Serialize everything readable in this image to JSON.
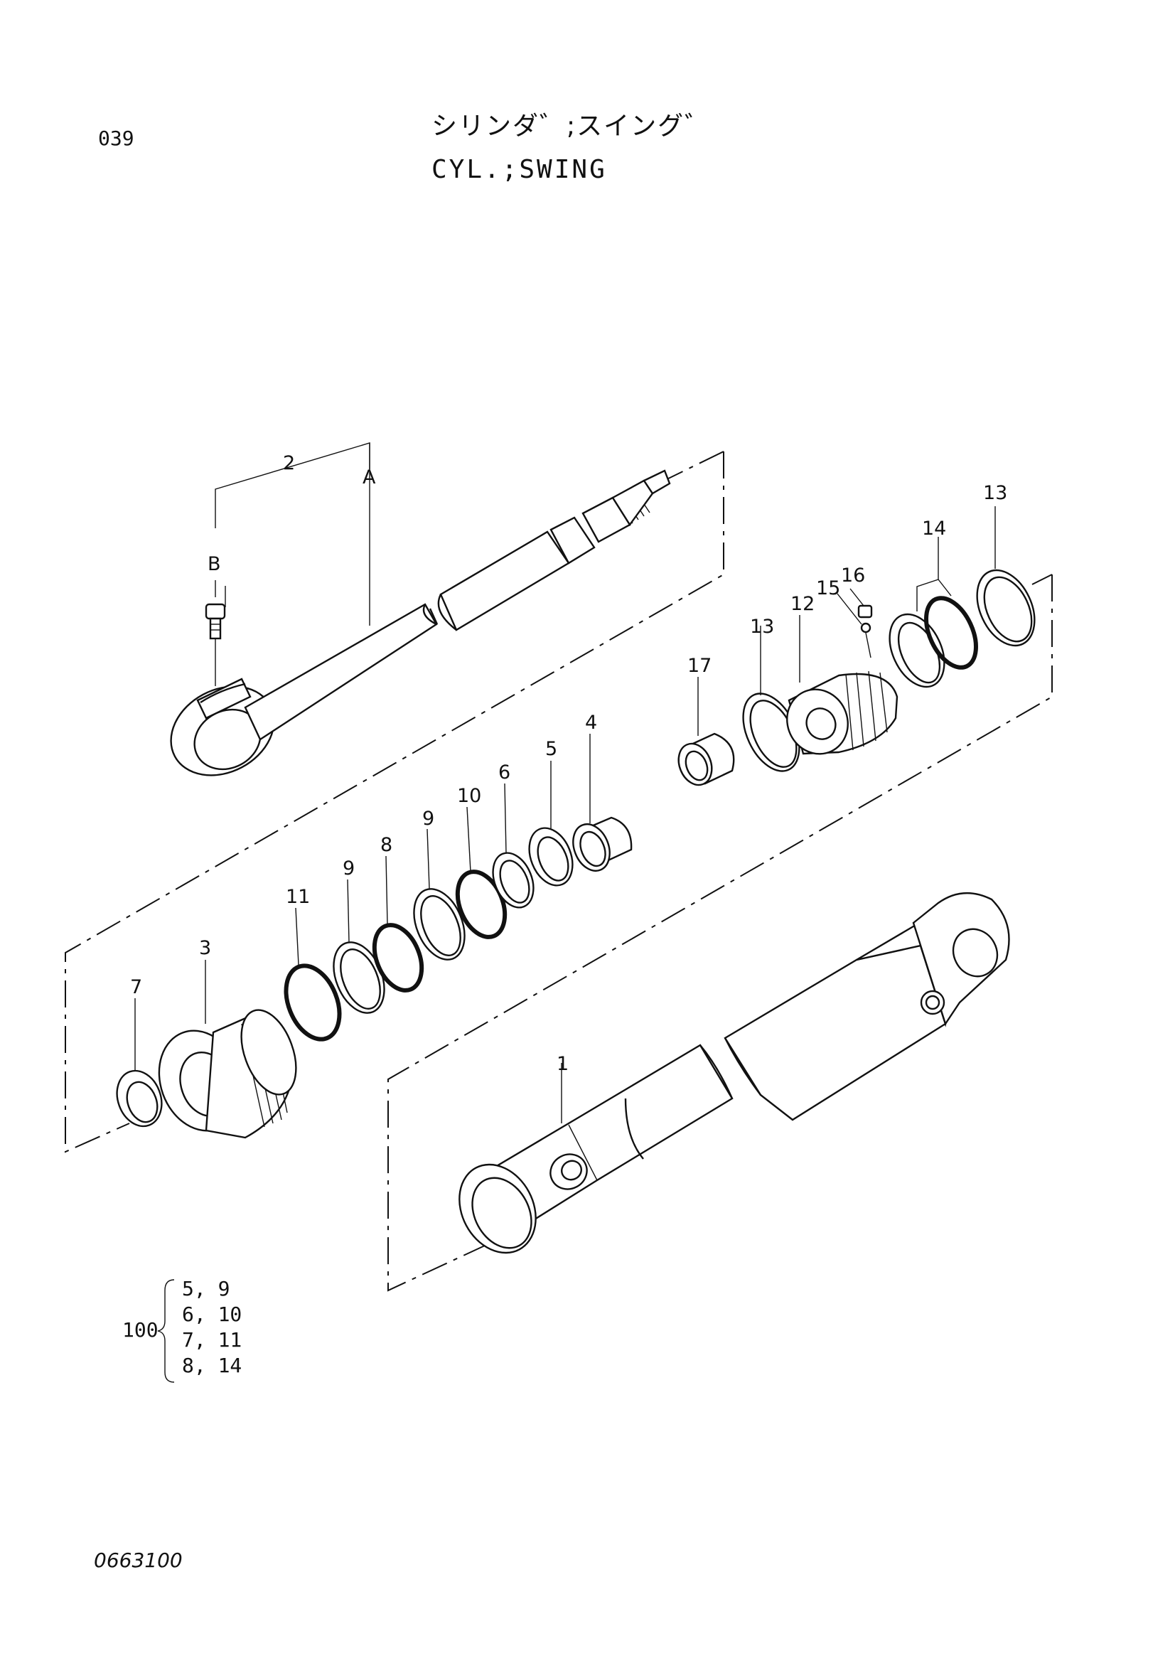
{
  "header": {
    "page_number": "039",
    "title_jp": "シリンダ゛;スイング゛",
    "title_en": "CYL.;SWING"
  },
  "callouts": {
    "p1": "1",
    "p2": "2",
    "p3": "3",
    "p4": "4",
    "p5": "5",
    "p6": "6",
    "p7": "7",
    "p8": "8",
    "p9a": "9",
    "p9b": "9",
    "p10": "10",
    "p11": "11",
    "p12": "12",
    "p13a": "13",
    "p13b": "13",
    "p14": "14",
    "p15": "15",
    "p16": "16",
    "p17": "17",
    "A": "A",
    "B": "B"
  },
  "kit": {
    "id": "100",
    "rows": [
      "5, 9",
      "6, 10",
      "7, 11",
      "8, 14"
    ]
  },
  "footer": {
    "drawing_number": "0663100"
  }
}
